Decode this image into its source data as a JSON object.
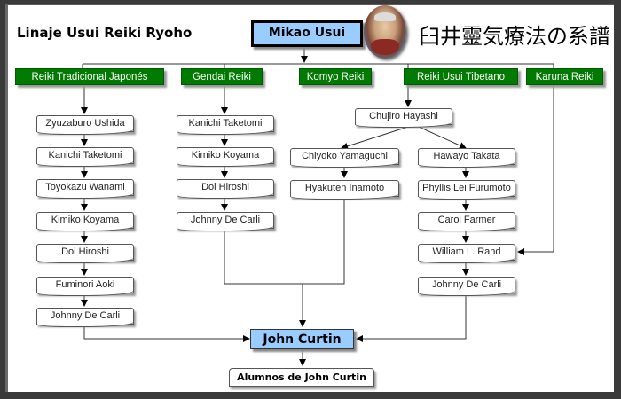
{
  "header": {
    "title": "Linaje Usui Reiki Ryoho",
    "japanese_title": "臼井靈気療法の系譜",
    "root": "Mikao Usui",
    "portrait": "mikao-usui-portrait"
  },
  "branches": [
    {
      "label": "Reiki Tradicional Japonés"
    },
    {
      "label": "Gendai Reiki"
    },
    {
      "label": "Komyo Reiki"
    },
    {
      "label": "Reiki Usui Tibetano"
    },
    {
      "label": "Karuna Reiki"
    }
  ],
  "columns": {
    "tradicional": [
      "Zyuzaburo Ushida",
      "Kanichi Taketomi",
      "Toyokazu Wanami",
      "Kimiko Koyama",
      "Doi Hiroshi",
      "Fuminori Aoki",
      "Johnny De Carli"
    ],
    "gendai": [
      "Kanichi Taketomi",
      "Kimiko Koyama",
      "Doi Hiroshi",
      "Johnny De Carli"
    ],
    "hayashi": "Chujiro Hayashi",
    "komyo": [
      "Chiyoko Yamaguchi",
      "Hyakuten Inamoto"
    ],
    "tibetano": [
      "Hawayo Takata",
      "Phyllis Lei Furumoto",
      "Carol Farmer",
      "William L. Rand",
      "Johnny De Carli"
    ]
  },
  "convergence": {
    "center": "John Curtin",
    "students": "Alumnos de John Curtin"
  },
  "colors": {
    "branch_green": "#007a00",
    "highlight_blue": "#99ccff",
    "frame_dark": "#3a3a3a"
  }
}
